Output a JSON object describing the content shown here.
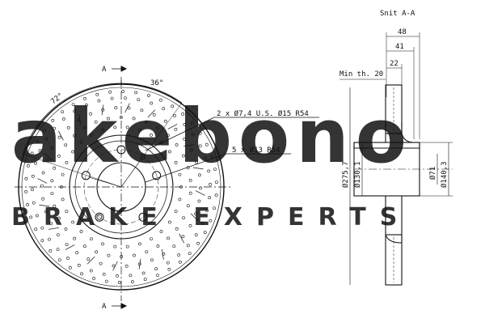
{
  "section_title": "Snit A-A",
  "section_marker": "A",
  "front_view": {
    "angle_36": "36°",
    "angle_72": "72°",
    "callout_small_holes": "2 x Ø7,4   U.S. Ø15   R54",
    "callout_bolt_holes": "5 x Ø13   R54"
  },
  "side_view": {
    "dim_48": "48",
    "dim_41": "41",
    "dim_22": "22",
    "min_thickness": "Min th. 20",
    "dia_275": "Ø275,7",
    "dia_130": "Ø130,1",
    "dia_71": "Ø71",
    "dia_140": "Ø140,3"
  },
  "watermark": {
    "brand": "akebono",
    "tagline": "BRAKE EXPERTS",
    "color": "#c8c8c8"
  }
}
